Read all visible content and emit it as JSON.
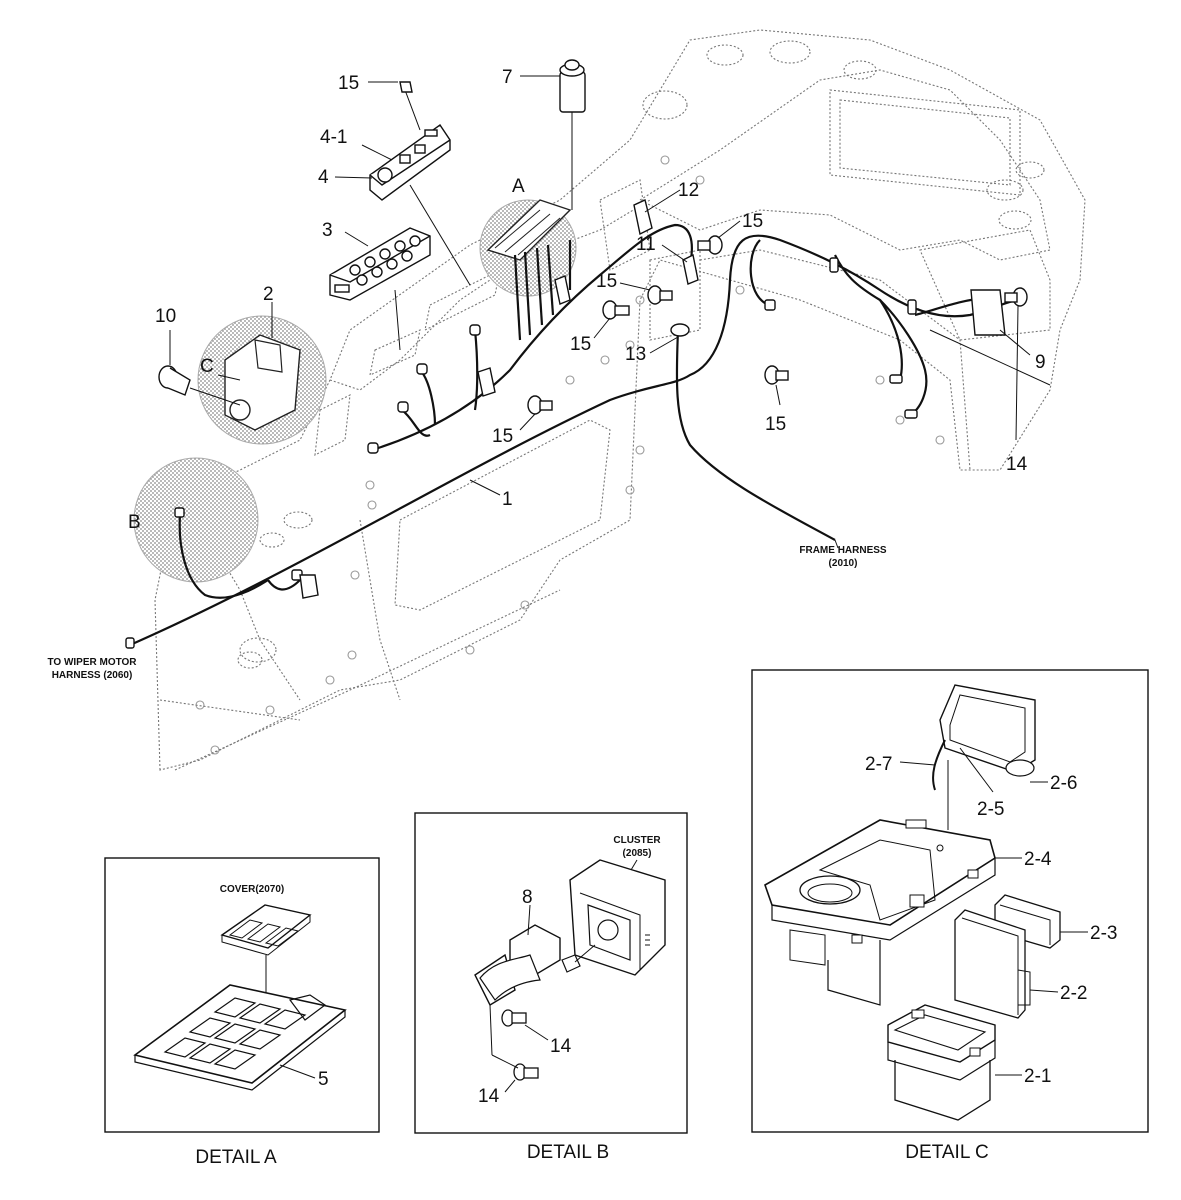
{
  "callouts": {
    "c1": "1",
    "c2": "2",
    "c3": "3",
    "c4": "4",
    "c4_1": "4-1",
    "c7": "7",
    "c9": "9",
    "c10": "10",
    "c11": "11",
    "c12": "12",
    "c13": "13",
    "c14a": "14",
    "c15a": "15",
    "c15b": "15",
    "c15c": "15",
    "c15d": "15",
    "c15e": "15",
    "c15f": "15",
    "detA": "A",
    "detB": "B",
    "detC": "C"
  },
  "labels": {
    "frame_harness_1": "FRAME HARNESS",
    "frame_harness_2": "(2010)",
    "wiper_1": "TO WIPER MOTOR",
    "wiper_2": "HARNESS (2060)"
  },
  "detail_a": {
    "caption": "DETAIL A",
    "cover": "COVER(2070)",
    "c5": "5"
  },
  "detail_b": {
    "caption": "DETAIL B",
    "cluster_1": "CLUSTER",
    "cluster_2": "(2085)",
    "c8": "8",
    "c14a": "14",
    "c14b": "14"
  },
  "detail_c": {
    "caption": "DETAIL C",
    "c2_1": "2-1",
    "c2_2": "2-2",
    "c2_3": "2-3",
    "c2_4": "2-4",
    "c2_5": "2-5",
    "c2_6": "2-6",
    "c2_7": "2-7"
  }
}
